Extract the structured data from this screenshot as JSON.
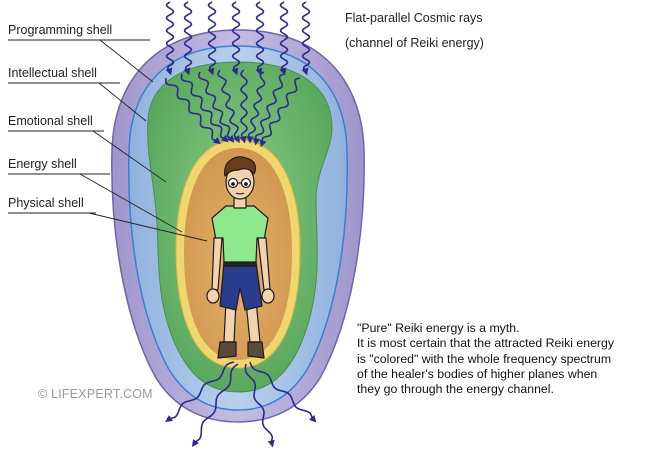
{
  "shell_labels": {
    "programming": "Programming shell",
    "intellectual": "Intellectual shell",
    "emotional": "Emotional shell",
    "energy": "Energy shell",
    "physical": "Physical shell"
  },
  "rays_title": {
    "line1": "Flat-parallel Cosmic rays",
    "line2": "(channel of Reiki energy)"
  },
  "note": {
    "line1": "\"Pure\" Reiki energy is a myth.",
    "line2": "It is most certain that the attracted Reiki energy",
    "line3": "is \"colored\" with the whole frequency spectrum",
    "line4": "of the healer's bodies of higher planes when",
    "line5": "they go through the energy channel."
  },
  "copyright": "© LIFEXPERT.COM",
  "colors": {
    "programming_shell": "#b3a9d6",
    "intellectual_shell": "#a6c2e4",
    "emotional_shell": "#6cb56c",
    "energy_shell": "#eed46a",
    "physical_shell": "#d9a458",
    "ray_color": "#2c2a8a",
    "figure_shirt": "#8ee88e",
    "figure_shorts": "#2a3c8e"
  }
}
